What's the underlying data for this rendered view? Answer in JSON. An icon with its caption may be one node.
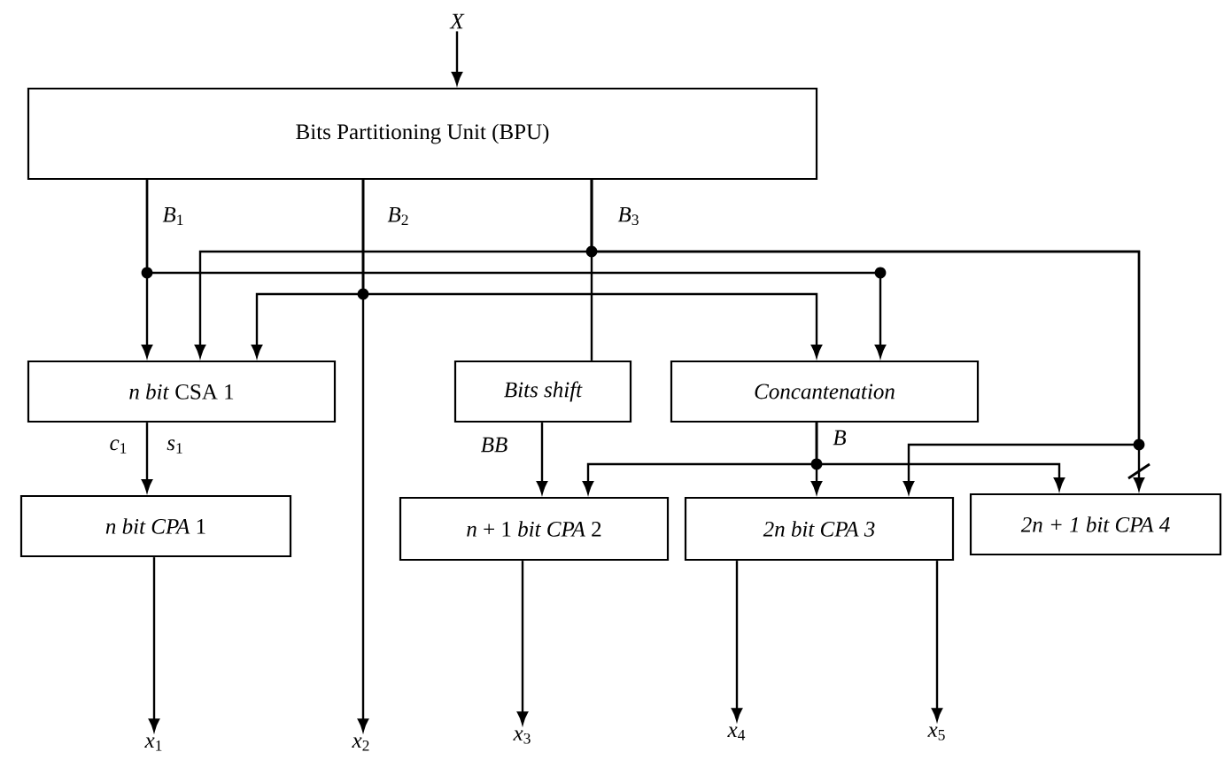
{
  "diagram": {
    "nodes": [
      {
        "text": [
          "X"
        ]
      },
      {
        "text": [
          "Bits Partitioning Unit (BPU)"
        ]
      },
      {
        "text": [
          "*n bit* CSA 1"
        ]
      },
      {
        "text": [
          "Bits shift"
        ]
      },
      {
        "text": [
          "Concantenation"
        ]
      },
      {
        "text": [
          "*n bit CPA* 1"
        ]
      },
      {
        "text": [
          "*n* + 1 *bit CPA* 2"
        ]
      },
      {
        "text": [
          "2n bit CPA 3"
        ]
      },
      {
        "text": [
          "2n + 1 bit CPA 4"
        ]
      },
      {
        "text": [
          "*x*$_{1}$"
        ]
      },
      {
        "text": [
          "*x*$_{2}$"
        ]
      },
      {
        "text": [
          "*x*$_{3}$"
        ]
      },
      {
        "text": [
          "*x*$_{4}$"
        ]
      },
      {
        "text": [
          "*x*$_{5}$"
        ]
      }
    ],
    "edges": [
      {
        "from": 0,
        "to": 1,
        "arrow": "to"
      },
      {
        "from": 1,
        "to": 2,
        "arrow": "to",
        "label": "*B*$_{1}$"
      },
      {
        "from": 1,
        "to": 4,
        "arrow": "to"
      },
      {
        "from": 1,
        "to": 2,
        "arrow": "to"
      },
      {
        "from": 1,
        "to": 4,
        "arrow": "to"
      },
      {
        "from": 1,
        "to": 10,
        "arrow": "to",
        "label": "*B*$_{2}$"
      },
      {
        "from": 1,
        "to": 3,
        "arrow": "none",
        "label": "*B*$_{3}$"
      },
      {
        "from": 1,
        "to": 2,
        "arrow": "to"
      },
      {
        "from": 1,
        "to": 8,
        "arrow": "to"
      },
      {
        "from": 1,
        "to": 7,
        "arrow": "to"
      },
      {
        "from": 2,
        "to": 5,
        "arrow": "to"
      },
      {
        "from": 3,
        "to": 6,
        "arrow": "to",
        "label": "*BB*"
      },
      {
        "from": 4,
        "to": 7,
        "arrow": "to",
        "label": "*B*"
      },
      {
        "from": 4,
        "to": 6,
        "arrow": "to"
      },
      {
        "from": 4,
        "to": 8,
        "arrow": "to"
      },
      {
        "from": 5,
        "to": 9,
        "arrow": "to"
      },
      {
        "from": 6,
        "to": 11,
        "arrow": "to"
      },
      {
        "from": 7,
        "to": 12,
        "arrow": "to"
      },
      {
        "from": 7,
        "to": 13,
        "arrow": "to"
      }
    ],
    "labels": [
      "*c*$_{1}$",
      "*s*$_{1}$"
    ]
  }
}
